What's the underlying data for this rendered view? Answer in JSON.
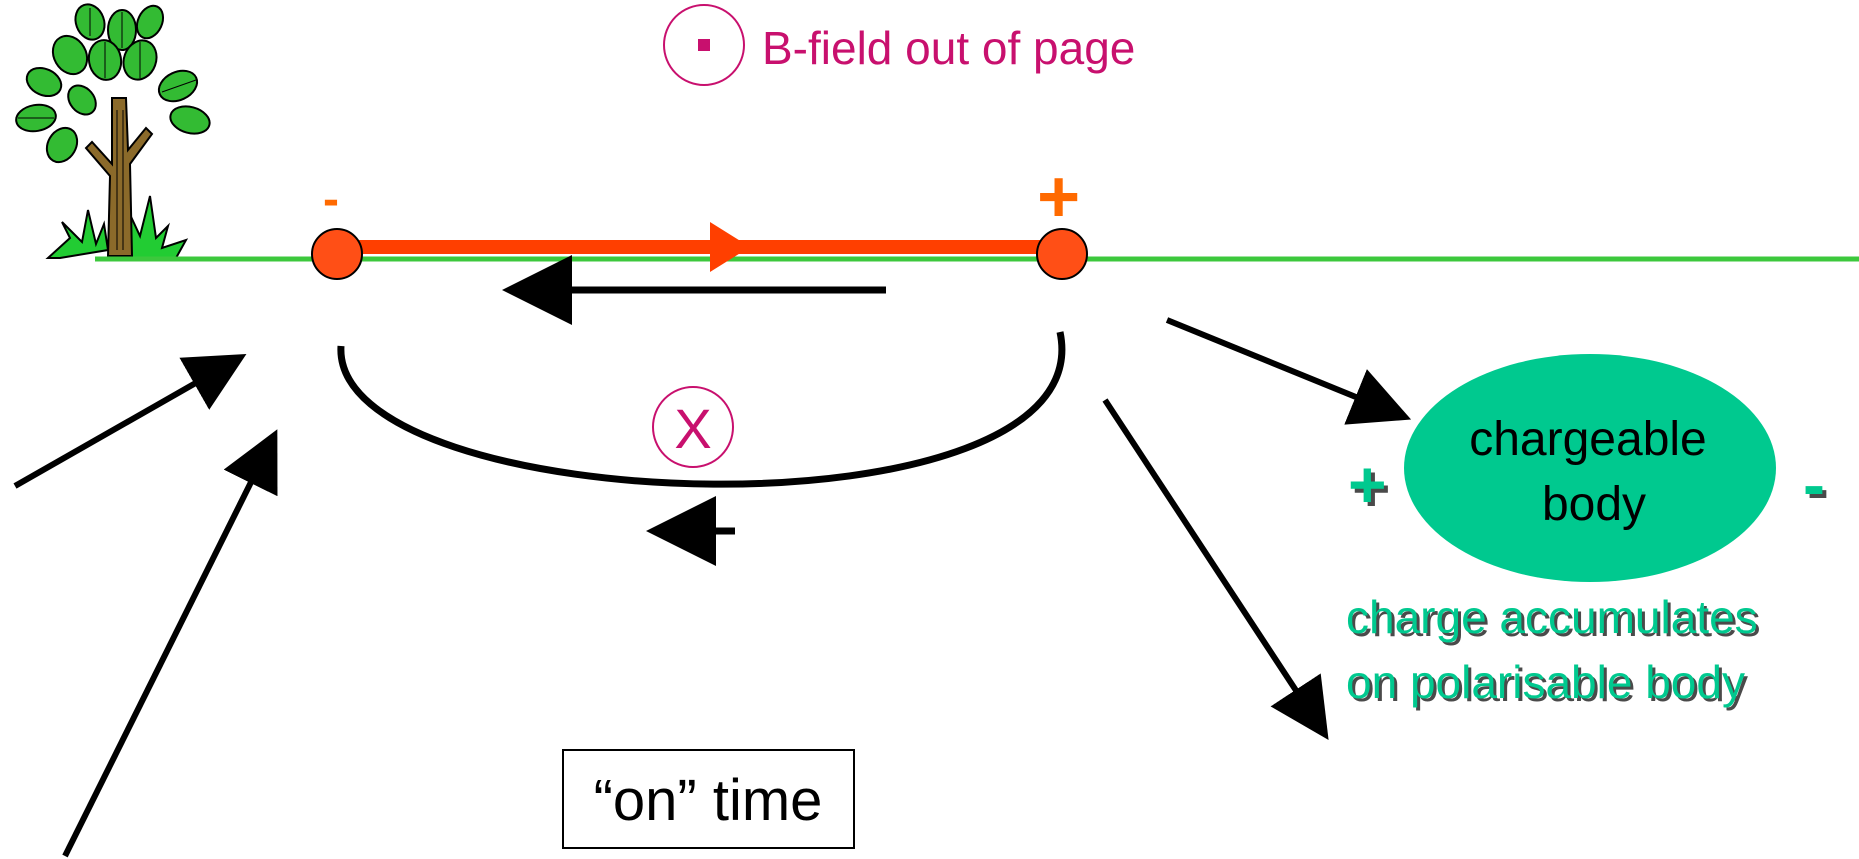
{
  "legend": {
    "b_field_label": "B-field out of page"
  },
  "circuit": {
    "left_sign": "-",
    "right_sign": "+"
  },
  "loop": {
    "center_symbol": "X"
  },
  "body": {
    "label_line1": "chargeable",
    "label_line2": "body",
    "left_sign": "+",
    "right_sign": "-",
    "caption_line1": "charge accumulates",
    "caption_line2": "on polarisable body"
  },
  "timing": {
    "label": "“on” time"
  },
  "colors": {
    "ground": "#3cc83c",
    "wire": "#ff3f00",
    "electrode": "#ff4f16",
    "magenta": "#c8106e",
    "orange": "#ff6a00",
    "teal": "#00c98f"
  }
}
